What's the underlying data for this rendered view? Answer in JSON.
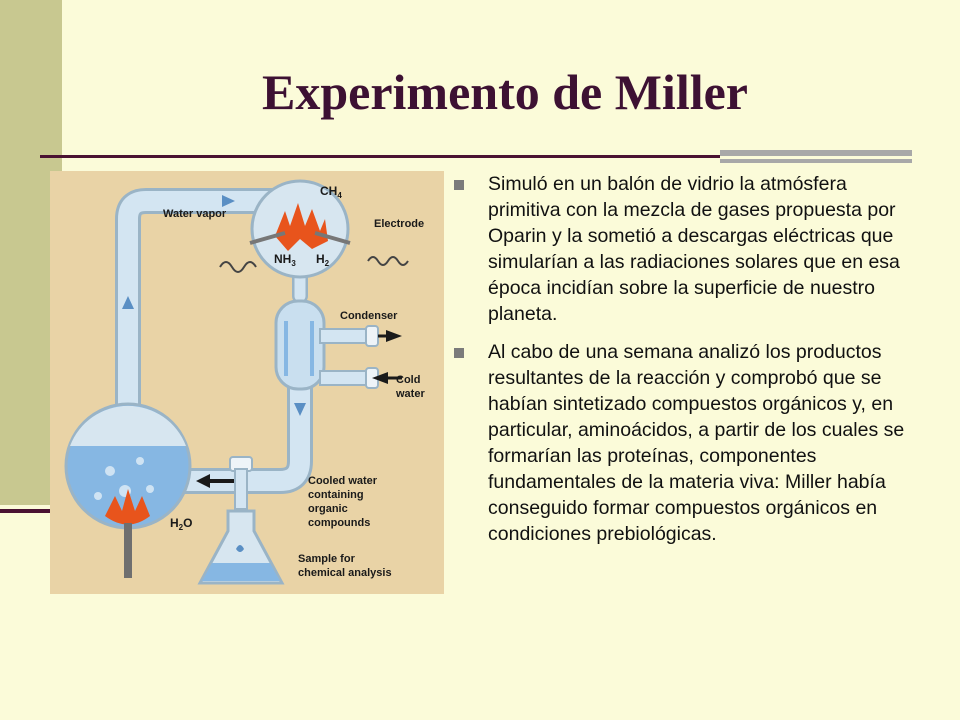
{
  "slide": {
    "title": "Experimento de Miller",
    "bullets": [
      "Simuló en un balón de vidrio la atmósfera primitiva con la mezcla de gases propuesta por Oparin y la sometió a descargas eléctricas que simularían a las radiaciones solares que en esa época incidían sobre la superficie de nuestro planeta.",
      "Al cabo de una semana analizó los productos resultantes de la reacción y comprobó que se habían sintetizado compuestos orgánicos y, en particular, aminoácidos, a partir de los cuales se formarían las proteínas, componentes fundamentales de la materia viva: Miller había conseguido formar compuestos orgánicos en condiciones prebiológicas."
    ]
  },
  "diagram": {
    "labels": {
      "water_vapor": "Water vapor",
      "electrode": "Electrode",
      "condenser": "Condenser",
      "cold_water_1": "Cold",
      "cold_water_2": "water",
      "cooled_1": "Cooled water",
      "cooled_2": "containing",
      "cooled_3": "organic",
      "cooled_4": "compounds",
      "sample_1": "Sample for",
      "sample_2": "chemical analysis",
      "ch4": "CH",
      "ch4_sub": "4",
      "nh3": "NH",
      "nh3_sub": "3",
      "h2": "H",
      "h2_sub": "2",
      "h2o": "H",
      "h2o_sub": "2",
      "h2o_o": "O"
    },
    "colors": {
      "glass": "#c9dfef",
      "water": "#86b7e3",
      "flame": "#e8541c",
      "background": "#e9d3a6"
    }
  }
}
